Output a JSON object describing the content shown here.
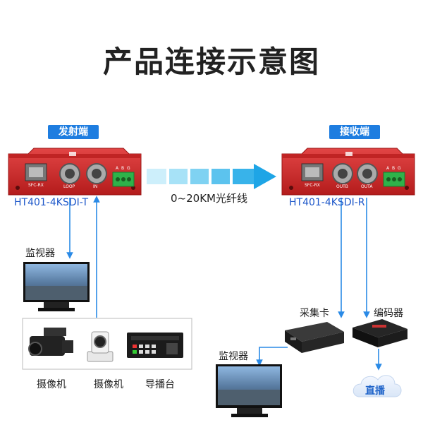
{
  "title": "产品连接示意图",
  "transmitter": {
    "tag": "发射端",
    "model": "HT401-4KSDI-T",
    "ports": {
      "sfp": "SFC-RX",
      "loop": "LOOP",
      "in": "IN",
      "abg": [
        "A",
        "B",
        "G"
      ]
    }
  },
  "receiver": {
    "tag": "接收端",
    "model": "HT401-4KSDI-R",
    "ports": {
      "sfp": "SFC-RX",
      "outb": "OUTB",
      "outa": "OUTA",
      "abg": [
        "A",
        "B",
        "G"
      ]
    }
  },
  "link_label": "0~20KM光纤线",
  "sources": {
    "camcorder": "摄像机",
    "ptz_camera": "摄像机",
    "switcher": "导播台"
  },
  "tx_monitor": "监视器",
  "rx_monitor": "监视器",
  "capture_card": "采集卡",
  "encoder": "编码器",
  "live": "直播",
  "colors": {
    "device_red": "#d42a2a",
    "accent_blue": "#1e7de0",
    "line_blue": "#2a8ae6",
    "model_blue": "#1d57c9",
    "terminal_green": "#2fb24a"
  }
}
